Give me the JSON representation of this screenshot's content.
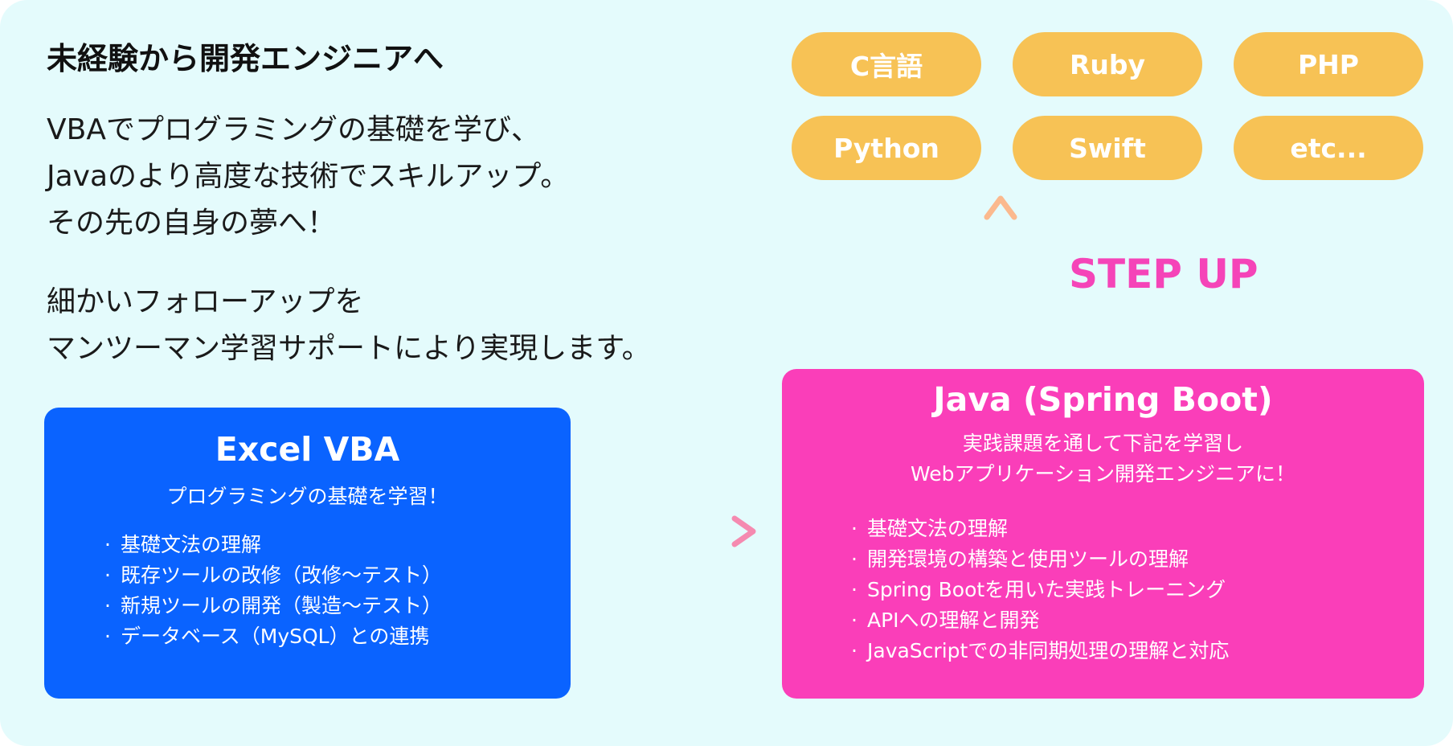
{
  "heading": "未経験から開発エンジニアへ",
  "intro_lines": [
    "VBAでプログラミングの基礎を学び、",
    "Javaのより高度な技術でスキルアップ。",
    "その先の自身の夢へ！"
  ],
  "support_lines": [
    "細かいフォローアップを",
    "マンツーマン学習サポートにより実現します。"
  ],
  "languages": [
    "C言語",
    "Ruby",
    "PHP",
    "Python",
    "Swift",
    "etc..."
  ],
  "step_up_label": "STEP UP",
  "vba_box": {
    "title": "Excel VBA",
    "subtitle": "プログラミングの基礎を学習！",
    "items": [
      "基礎文法の理解",
      "既存ツールの改修（改修〜テスト）",
      "新規ツールの開発（製造〜テスト）",
      "データベース（MySQL）との連携"
    ]
  },
  "java_box": {
    "title": "Java (Spring Boot)",
    "subtitle_lines": [
      "実践課題を通して下記を学習し",
      "Webアプリケーション開発エンジニアに！"
    ],
    "items": [
      "基礎文法の理解",
      "開発環境の構築と使用ツールの理解",
      "Spring Bootを用いた実践トレーニング",
      "APIへの理解と開発",
      "JavaScriptでの非同期処理の理解と対応"
    ]
  },
  "colors": {
    "background": "#e4fbfc",
    "vba_blue": "#0a63ff",
    "java_pink": "#fa3eb9",
    "pill_yellow": "#f7c255",
    "step_up_pink": "#f544b8",
    "arrow_salmon": "#f9a99e"
  }
}
